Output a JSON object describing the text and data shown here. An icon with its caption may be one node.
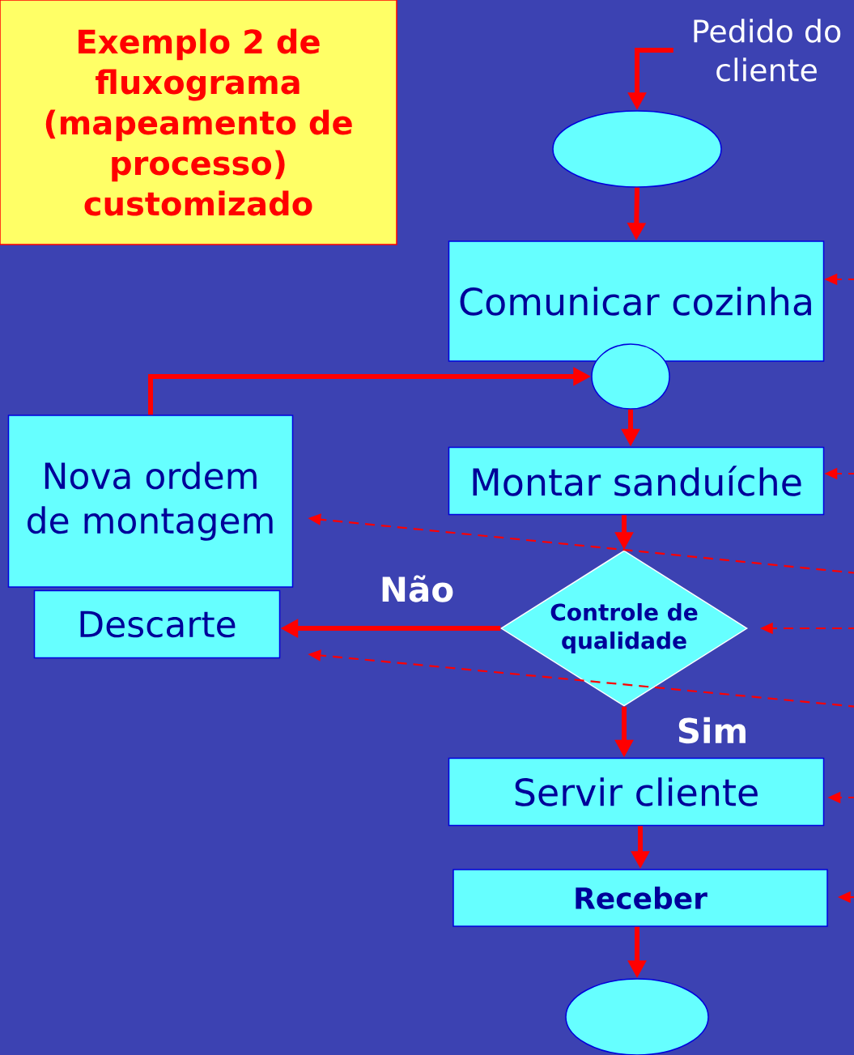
{
  "diagram": {
    "nodes": [
      {
        "text": [
          "Exemplo 2 de fluxograma (mapeamento de processo) customizado"
        ]
      },
      {
        "text": [
          "Pedido do cliente"
        ]
      },
      {
        "text": [],
        "shape": "circle"
      },
      {
        "text": [
          "Comunicar cozinha"
        ]
      },
      {
        "text": [],
        "shape": "circle"
      },
      {
        "text": [
          "Nova ordem de montagem"
        ]
      },
      {
        "text": [
          "Descarte"
        ]
      },
      {
        "text": [
          "Montar sanduíche"
        ]
      },
      {
        "text": [
          "Controle de qualidade"
        ]
      },
      {
        "text": [
          "Servir cliente"
        ]
      },
      {
        "text": [
          "Receber"
        ]
      },
      {
        "text": [],
        "shape": "circle"
      }
    ],
    "edges": [
      {
        "from": 1,
        "to": 2,
        "arrow": "to"
      },
      {
        "from": 2,
        "to": 3,
        "arrow": "to"
      },
      {
        "from": 5,
        "to": 4,
        "arrow": "to"
      },
      {
        "from": 4,
        "to": 7,
        "arrow": "to"
      },
      {
        "from": 7,
        "to": 8,
        "arrow": "to"
      },
      {
        "from": 8,
        "to": 6,
        "arrow": "to",
        "label": "Não"
      },
      {
        "from": 8,
        "to": 9,
        "arrow": "to",
        "label": "Sim"
      },
      {
        "from": 9,
        "to": 10,
        "arrow": "to"
      },
      {
        "from": 10,
        "to": 11,
        "arrow": "to"
      },
      {
        "from": null,
        "to": 3,
        "arrow": "to",
        "style": "dashed"
      },
      {
        "from": null,
        "to": 7,
        "arrow": "to",
        "style": "dashed"
      },
      {
        "from": null,
        "to": 5,
        "arrow": "to",
        "style": "dashed"
      },
      {
        "from": null,
        "to": 8,
        "arrow": "to",
        "style": "dashed"
      },
      {
        "from": null,
        "to": 6,
        "arrow": "to",
        "style": "dashed"
      },
      {
        "from": null,
        "to": 9,
        "arrow": "to",
        "style": "dashed"
      },
      {
        "from": null,
        "to": 10,
        "arrow": "to",
        "style": "dashed"
      }
    ]
  }
}
